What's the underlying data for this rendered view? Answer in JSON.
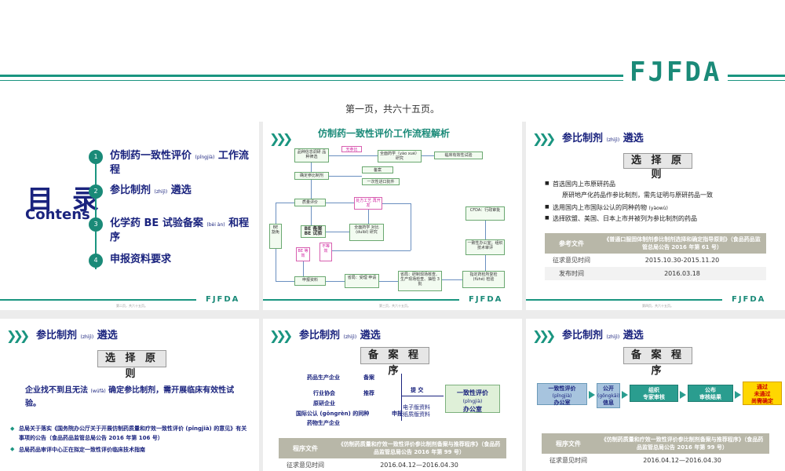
{
  "brand": "FJFDA",
  "page_info": "第一页，共六十五页。",
  "slide1": {
    "title_main": "目 录",
    "title_sub": "Contens",
    "items": [
      {
        "num": "1",
        "text": "仿制药一致性评价",
        "ruby": "(pǐngjià)",
        "text2": "工作流程"
      },
      {
        "num": "2",
        "text": "参比制剂",
        "ruby": "(zhìjì)",
        "text2": "遴选"
      },
      {
        "num": "3",
        "text": "化学药 BE 试验备案",
        "ruby": "(bèi àn)",
        "text2": "和程序"
      },
      {
        "num": "4",
        "text": "申报资料要求",
        "ruby": "",
        "text2": ""
      }
    ],
    "footer_small": "第二页，共六十五页。",
    "footer_brand": "FJFDA"
  },
  "slide2": {
    "title": "仿制药一致性评价工作流程解析",
    "nodes": {
      "n1": "品种信息调研 品种筛选",
      "n2": "无参比",
      "n3": "全面药学（yào xué）研究",
      "n4": "临床有效性试验",
      "n5": "确定参比制剂",
      "n6": "备案",
      "n7": "一次性进口批件",
      "n8": "质量评价",
      "n9": "处方工艺 再开发",
      "n10": "BE 豁免",
      "n11": "BE 备案 BE 试验",
      "n12": "全面药学 对比 (duìbǐ) 研究",
      "n13": "BE 等效",
      "n14": "不等效",
      "n15": "申报资料",
      "n16": "省局：受理 申请",
      "n17": "省局：研制现场核查、生产现场检查、抽检 3 批",
      "n18": "指定药检所复检 (fùhé) 检验",
      "n19": "一致性办公室；组织技术审评",
      "n20": "CFDA：行政审批"
    },
    "footer_small": "第三页，共六十五页。",
    "footer_brand": "FJFDA"
  },
  "slide3": {
    "title": "参比制剂",
    "title_ruby": "(zhìjì)",
    "title_end": "遴选",
    "box": "选 择 原 则",
    "bullets": [
      "首选国内上市原研药品",
      "原研地产化药品作参比制剂，需先证明与原研药品一致",
      "选用国内上市国际公认的同种药物",
      "选择欧盟、美国、日本上市并被列为参比制剂的药品"
    ],
    "bullet3_ruby": "(yàowù)",
    "table": {
      "header_key": "参考文件",
      "header_val": "《普通口服固体制剂参比制剂选择和确定指导原则》（食品药品监管总局公告 2016 年第 61 号）",
      "rows": [
        {
          "k": "征求意见时间",
          "v": "2015.10.30-2015.11.20"
        },
        {
          "k": "发布时间",
          "v": "2016.03.18"
        }
      ]
    },
    "footer_small": "第四页，共六十五页。",
    "footer_brand": "FJFDA"
  },
  "slide4": {
    "title": "参比制剂",
    "title_ruby": "(zhìjì)",
    "title_end": "遴选",
    "box": "选 择 原 则",
    "text_a": "企业找不到且无法",
    "text_ruby": "(wúfǎ)",
    "text_b": "确定参比制剂，需开展临床有效性试验。",
    "notes": [
      "总局关于落实《国务院办公厅关于开展仿制药质量和疗效一致性评价 (pǐngjià) 的意见》有关事项的公告（食品药品监管总局公告 2016 年第 106 号）",
      "总局药品审评中心正在拟定一致性评价临床技术指南"
    ]
  },
  "slide5": {
    "title": "参比制剂",
    "title_ruby": "(zhìjì)",
    "title_end": "遴选",
    "box": "备 案 程 序",
    "labels": {
      "l1": "药品生产企业",
      "l1b": "备案",
      "l2": "行业协会",
      "l2b": "推荐",
      "l3": "原研企业",
      "l4": "国际公认 (gōngrèn) 的同种",
      "l4b": "申报",
      "l5": "药物生产企业",
      "l6": "提 交",
      "l7": "电子版资料",
      "l8": "纸质版资料"
    },
    "dest": "一致性评价",
    "dest_ruby": "(pǐngjià)",
    "dest_end": "办公室",
    "table": {
      "header_key": "程序文件",
      "header_val": "《仿制药质量和疗效一致性评价参比制剂备案与推荐程序》（食品药品监管总局公告 2016 年第 99 号）",
      "rows": [
        {
          "k": "征求意见时间",
          "v": "2016.04.12—2016.04.30"
        }
      ]
    }
  },
  "slide6": {
    "title": "参比制剂",
    "title_ruby": "(zhìjì)",
    "title_end": "遴选",
    "box": "备 案 程 序",
    "steps": [
      {
        "a": "一致性评价",
        "b": "(pǐngjià)",
        "c": "办公室"
      },
      {
        "a": "公开",
        "b": "(gōngkāi)",
        "c": "信息"
      },
      {
        "a": "组织",
        "b": "",
        "c": "专家审核"
      },
      {
        "a": "公布",
        "b": "",
        "c": "审核结果"
      },
      {
        "a": "通过",
        "b": "未通过",
        "c": "尚需确定"
      }
    ],
    "table": {
      "header_key": "程序文件",
      "header_val": "《仿制药质量和疗效一致性评价参比制剂备案与推荐程序》（食品药品监管总局公告 2016 年第 99 号）",
      "rows": [
        {
          "k": "征求意见时间",
          "v": "2016.04.12—2016.04.30"
        }
      ]
    }
  }
}
